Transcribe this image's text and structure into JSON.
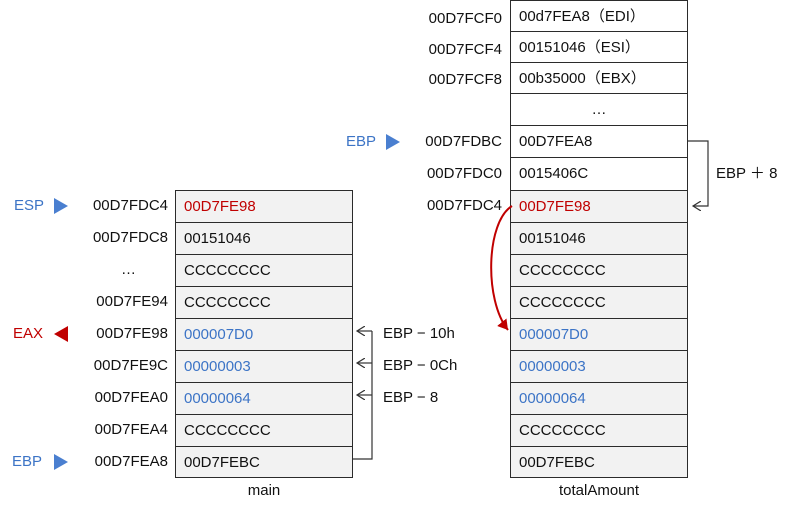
{
  "main_stack": {
    "caption": "main",
    "rows": [
      {
        "addr": "00D7FDC4",
        "value": "00D7FE98",
        "color": "red",
        "bg": "gray"
      },
      {
        "addr": "00D7FDC8",
        "value": "00151046",
        "color": "black",
        "bg": "gray"
      },
      {
        "addr": "…",
        "value": "CCCCCCCC",
        "color": "black",
        "bg": "gray"
      },
      {
        "addr": "00D7FE94",
        "value": "CCCCCCCC",
        "color": "black",
        "bg": "gray"
      },
      {
        "addr": "00D7FE98",
        "value": "000007D0",
        "color": "blue",
        "bg": "gray"
      },
      {
        "addr": "00D7FE9C",
        "value": "00000003",
        "color": "blue",
        "bg": "gray"
      },
      {
        "addr": "00D7FEA0",
        "value": "00000064",
        "color": "blue",
        "bg": "gray"
      },
      {
        "addr": "00D7FEA4",
        "value": "CCCCCCCC",
        "color": "black",
        "bg": "gray"
      },
      {
        "addr": "00D7FEA8",
        "value": "00D7FEBC",
        "color": "black",
        "bg": "gray"
      }
    ]
  },
  "total_stack": {
    "caption": "totalAmount",
    "rows": [
      {
        "addr": "00D7FCF0",
        "value": "00d7FEA8（EDI）",
        "color": "black",
        "bg": "white"
      },
      {
        "addr": "00D7FCF4",
        "value": "00151046（ESI）",
        "color": "black",
        "bg": "white"
      },
      {
        "addr": "00D7FCF8",
        "value": "00b35000（EBX）",
        "color": "black",
        "bg": "white"
      },
      {
        "addr": "",
        "value": "…",
        "color": "black",
        "bg": "white"
      },
      {
        "addr": "00D7FDBC",
        "value": "00D7FEA8",
        "color": "black",
        "bg": "white"
      },
      {
        "addr": "00D7FDC0",
        "value": "0015406C",
        "color": "black",
        "bg": "white"
      },
      {
        "addr": "00D7FDC4",
        "value": "00D7FE98",
        "color": "red",
        "bg": "gray"
      },
      {
        "addr": "",
        "value": "00151046",
        "color": "black",
        "bg": "gray"
      },
      {
        "addr": "",
        "value": "CCCCCCCC",
        "color": "black",
        "bg": "gray"
      },
      {
        "addr": "",
        "value": "CCCCCCCC",
        "color": "black",
        "bg": "gray"
      },
      {
        "addr": "",
        "value": "000007D0",
        "color": "blue",
        "bg": "gray"
      },
      {
        "addr": "",
        "value": "00000003",
        "color": "blue",
        "bg": "gray"
      },
      {
        "addr": "",
        "value": "00000064",
        "color": "blue",
        "bg": "gray"
      },
      {
        "addr": "",
        "value": "CCCCCCCC",
        "color": "black",
        "bg": "gray"
      },
      {
        "addr": "",
        "value": "00D7FEBC",
        "color": "black",
        "bg": "gray"
      }
    ]
  },
  "pointers": {
    "esp": "ESP",
    "eax": "EAX",
    "ebp_main": "EBP",
    "ebp_total": "EBP"
  },
  "offsets": {
    "ebp_minus_10h": "EBP − 10h",
    "ebp_minus_0ch": "EBP − 0Ch",
    "ebp_minus_8": "EBP − 8",
    "ebp_plus_8": "EBP ＋ 8"
  },
  "colors": {
    "blue": "#3c74c6",
    "red": "#c00000",
    "gray_fill": "#f2f2f2",
    "arrow_blue": "#4a7fd0"
  }
}
